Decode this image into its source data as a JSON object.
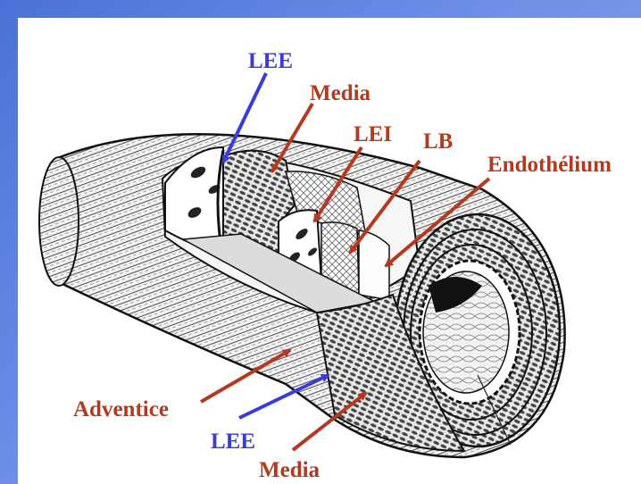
{
  "colors": {
    "background_top": "#4a72d8",
    "background_bottom": "#8ea6ee",
    "panel": "#ffffff",
    "label_blue": "#3b3bdc",
    "label_red": "#b5391e",
    "ink": "#1a1a1a"
  },
  "labels": {
    "lee_top": "LEE",
    "media_top": "Media",
    "lei": "LEI",
    "lb": "LB",
    "endothelium": "Endothélium",
    "adventice": "Adventice",
    "lee_bottom": "LEE",
    "media_bottom": "Media"
  }
}
